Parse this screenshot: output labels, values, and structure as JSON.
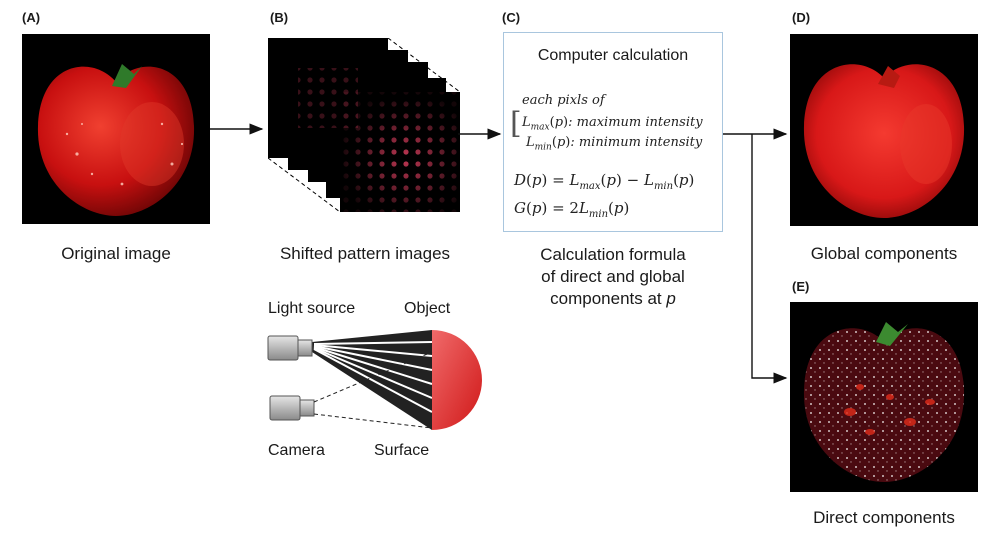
{
  "panels": {
    "a": {
      "label": "(A)",
      "caption": "Original image"
    },
    "b": {
      "label": "(B)",
      "caption": "Shifted pattern images"
    },
    "c": {
      "label": "(C)",
      "caption_lines": [
        "Calculation formula",
        "of direct and global",
        "components at p"
      ]
    },
    "d": {
      "label": "(D)",
      "caption": "Global components"
    },
    "e": {
      "label": "(E)",
      "caption": "Direct components"
    }
  },
  "formula": {
    "title": "Computer calculation",
    "intro": "each pixls of",
    "lmax_desc": ": maximum intensity",
    "lmin_desc": ": minimum intensity",
    "eq_d": "D(p) = L_max(p) − L_min(p)",
    "eq_g": "G(p) = 2L_min(p)"
  },
  "setup": {
    "light_source": "Light source",
    "object": "Object",
    "camera": "Camera",
    "surface": "Surface"
  },
  "colors": {
    "tomato": "#d81818",
    "box_border": "#a9c6de",
    "object_fill": "#e8282b"
  }
}
